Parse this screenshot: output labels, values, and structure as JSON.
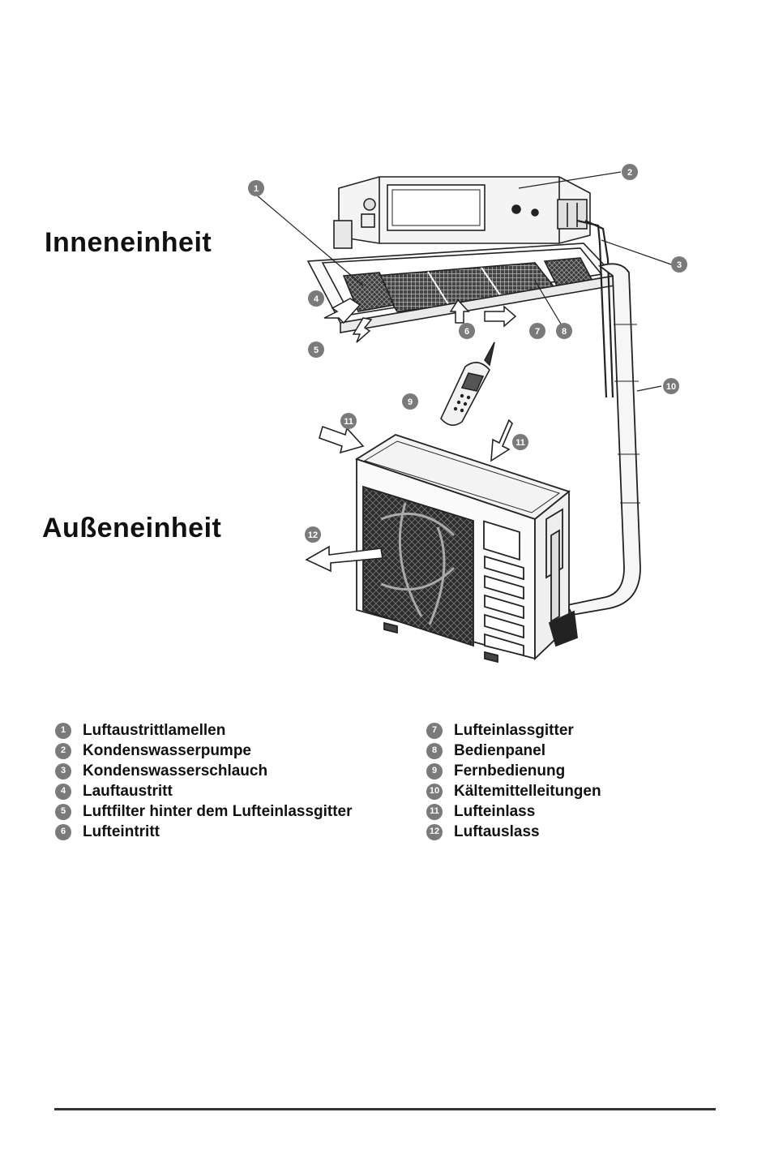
{
  "titles": {
    "indoor": "Inneneinheit",
    "outdoor": "Außeneinheit"
  },
  "callouts": [
    "1",
    "2",
    "3",
    "4",
    "5",
    "6",
    "7",
    "8",
    "9",
    "10",
    "11",
    "11",
    "12"
  ],
  "legend": {
    "left": [
      {
        "num": "1",
        "label": "Luftaustrittlamellen"
      },
      {
        "num": "2",
        "label": "Kondenswasserpumpe"
      },
      {
        "num": "3",
        "label": "Kondenswasserschlauch"
      },
      {
        "num": "4",
        "label": "Lauftaustritt"
      },
      {
        "num": "5",
        "label": "Luftfilter hinter dem Lufteinlassgitter"
      },
      {
        "num": "6",
        "label": "Lufteintritt"
      }
    ],
    "right": [
      {
        "num": "7",
        "label": "Lufteinlassgitter"
      },
      {
        "num": "8",
        "label": "Bedienpanel"
      },
      {
        "num": "9",
        "label": "Fernbedienung"
      },
      {
        "num": "10",
        "label": "Kältemittelleitungen"
      },
      {
        "num": "11",
        "label": "Lufteinlass"
      },
      {
        "num": "12",
        "label": "Luftauslass"
      }
    ]
  },
  "colors": {
    "badge": "#7a7a7a",
    "line": "#222222"
  }
}
